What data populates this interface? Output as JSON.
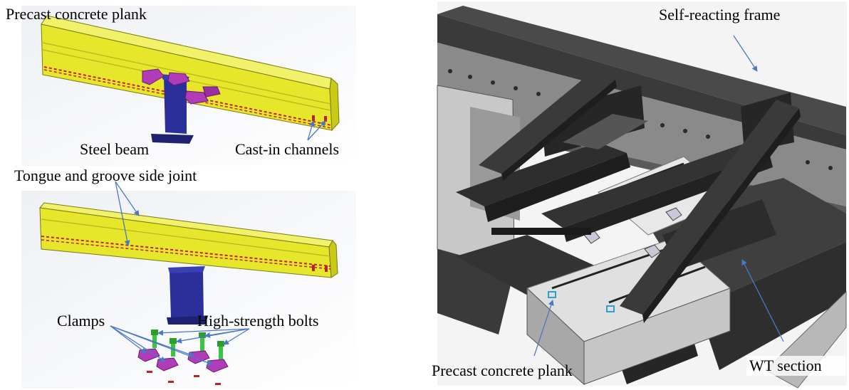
{
  "figure": {
    "top_left": {
      "title": "Precast concrete plank",
      "label_beam": "Steel beam",
      "label_channels": "Cast-in channels"
    },
    "bottom_left": {
      "title": "Tongue and groove side joint",
      "label_clamps": "Clamps",
      "label_bolts": "High-strength bolts"
    },
    "right": {
      "label_frame": "Self-reacting frame",
      "label_plank": "Precast concrete plank",
      "label_wt": "WT section"
    }
  },
  "colors": {
    "plank": "#e6e62a",
    "beam": "#2b2f9a",
    "clamp": "#b03cb8",
    "bolt": "#3cc43c",
    "channel": "#c0202a",
    "leader": "#4a78c8",
    "steel_dark": "#3a3a3a",
    "steel_mid": "#707070",
    "concrete": "#dcdcdc"
  }
}
